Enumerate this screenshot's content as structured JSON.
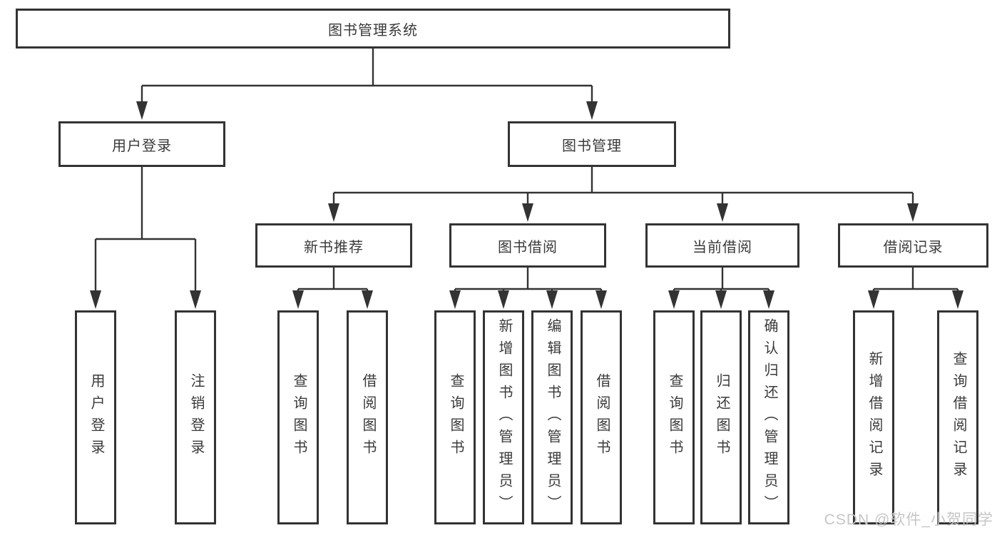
{
  "tree": {
    "root": {
      "label": "图书管理系统"
    },
    "branches": [
      {
        "label": "用户登录",
        "children": [
          "用户登录",
          "注销登录"
        ]
      },
      {
        "label": "图书管理",
        "children": [
          {
            "label": "新书推荐",
            "children": [
              "查询图书",
              "借阅图书"
            ]
          },
          {
            "label": "图书借阅",
            "children": [
              "查询图书",
              "新增图书（管理员）",
              "编辑图书（管理员）",
              "借阅图书"
            ]
          },
          {
            "label": "当前借阅",
            "children": [
              "查询图书",
              "归还图书",
              "确认归还（管理员）"
            ]
          },
          {
            "label": "借阅记录",
            "children": [
              "新增借阅记录",
              "查询借阅记录"
            ]
          }
        ]
      }
    ]
  },
  "watermark": "CSDN @软件_小贺同学"
}
